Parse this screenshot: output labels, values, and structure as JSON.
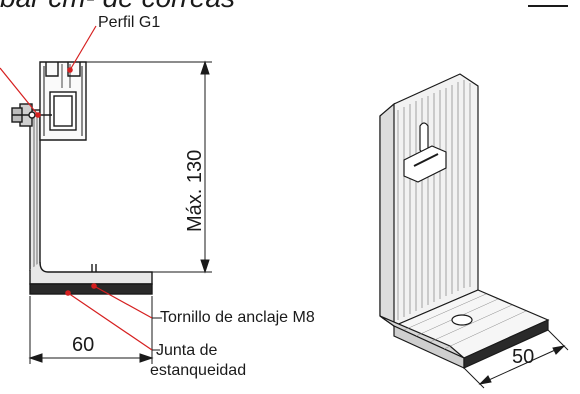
{
  "title": "bar cm- de correas",
  "labels": {
    "perfil": "Perfil G1",
    "tornillo": "Tornillo de anclaje M8",
    "junta_line1": "Junta de",
    "junta_line2": "estanqueidad"
  },
  "dimensions": {
    "height": "Máx. 130",
    "width_left": "60",
    "width_right": "50"
  },
  "colors": {
    "line": "#1a1a1a",
    "leader": "#d62020",
    "bracket_fill": "#e8e8e8",
    "gasket": "#2a2a2a"
  }
}
